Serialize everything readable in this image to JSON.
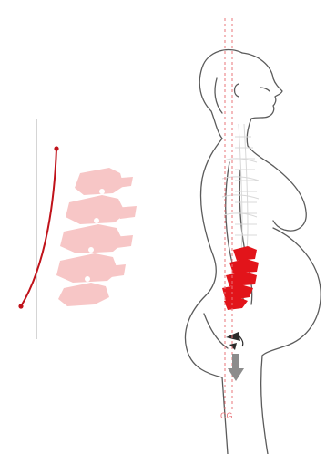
{
  "figure": {
    "gravity_line_label": "CG",
    "colors": {
      "background": "#ffffff",
      "outline": "#5b5b5b",
      "spine_light": "#d8d8d8",
      "lumbar_red": "#e2141a",
      "vertebra_pink": "#f7c6c6",
      "curve_red": "#c0121a",
      "gravity_dash": "#e8747a",
      "arrow_gray": "#8c8c8c",
      "pelvis_dark": "#2b2b2b"
    },
    "icons": {
      "curve_marker": "dot",
      "gravity_arrow": "arrow-down"
    }
  }
}
